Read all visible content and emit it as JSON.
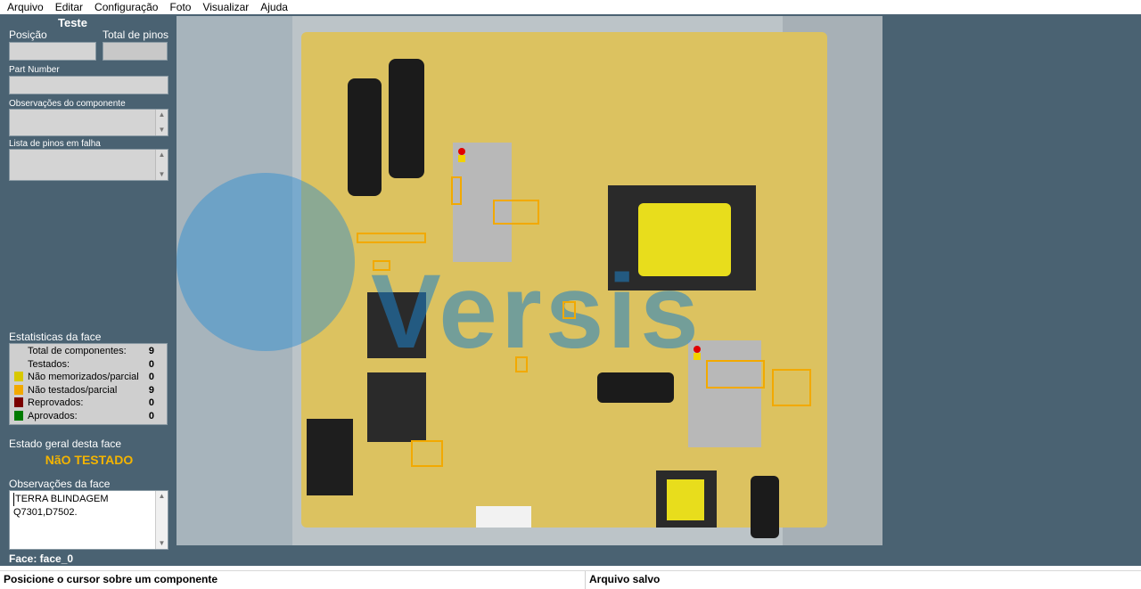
{
  "menu": [
    "Arquivo",
    "Editar",
    "Configuração",
    "Foto",
    "Visualizar",
    "Ajuda"
  ],
  "panel": {
    "title": "Teste",
    "position_label": "Posição",
    "total_pins_label": "Total de pinos",
    "part_number_label": "Part Number",
    "component_notes_label": "Observações do componente",
    "failed_pins_label": "Lista de pinos em falha",
    "stats_title": "Estatisticas da face",
    "stats": [
      {
        "label": "Total de componentes:",
        "value": "9",
        "color": ""
      },
      {
        "label": "Testados:",
        "value": "0",
        "color": ""
      },
      {
        "label": "Não memorizados/parcial",
        "value": "0",
        "color": "#d8c800"
      },
      {
        "label": "Não testados/parcial",
        "value": "9",
        "color": "#f2a900"
      },
      {
        "label": "Reprovados:",
        "value": "0",
        "color": "#7a0000"
      },
      {
        "label": "Aprovados:",
        "value": "0",
        "color": "#007a00"
      }
    ],
    "state_label": "Estado geral desta face",
    "state_value": "NãO TESTADO",
    "face_notes_label": "Observações da face",
    "face_notes_line1": "TERRA BLINDAGEM",
    "face_notes_line2": "Q7301,D7502.",
    "face_label": "Face: face_0"
  },
  "viewer": {
    "watermark": "Versis",
    "accent_color": "#f2a900"
  },
  "status": {
    "left": "Posicione o cursor sobre um componente",
    "right": "Arquivo salvo"
  }
}
